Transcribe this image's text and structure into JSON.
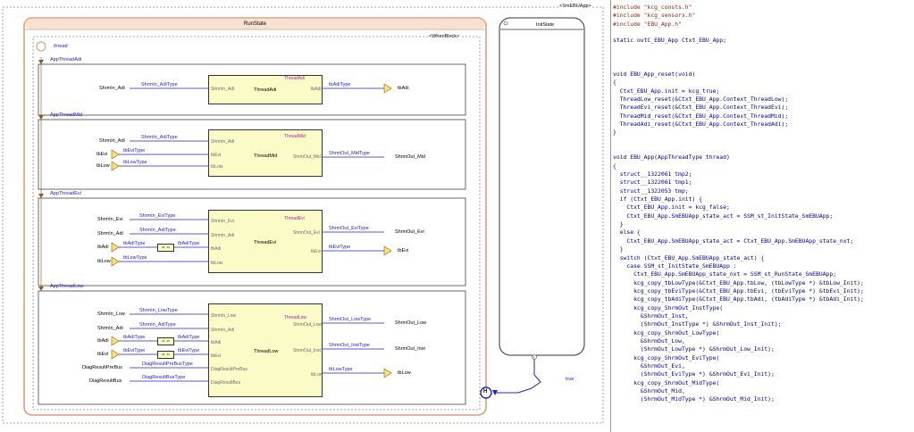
{
  "app": {
    "tag": "<SmEBUApp>"
  },
  "run_state": {
    "title": "RunState",
    "when_block": "<WhenBlock>",
    "thread_var": "thread"
  },
  "init_state": {
    "title": "InitState",
    "transition_label": "true",
    "history": "H",
    "transition_order": "1"
  },
  "sections": {
    "adi": {
      "label": "AppThreadAdi",
      "block_name": "ThreadAdi",
      "block_title": "ThreadAdi",
      "input_var": "ShrmIn_Adi",
      "input_sig": "ShrmIn_AdiType",
      "port_in": "ShrmIn_Adi",
      "port_out": "tbAdi",
      "out_sig": "tbAdiType",
      "out_var": "tbAdi"
    },
    "mid": {
      "label": "AppThreadMid",
      "block_name": "ThreadMid",
      "block_title": "ThreadMid",
      "in1_var": "ShrmIn_Adi",
      "in1_sig": "ShrmIn_AdiType",
      "in1_port": "ShrmIn_Adi",
      "in2_var": "tbEvi",
      "in2_sig": "tbEviType",
      "in2_port": "tbEvi",
      "in3_var": "tbLow",
      "in3_sig": "tbLowType",
      "in3_port": "tbLow",
      "port_out": "ShrmOut_Mid",
      "out_sig": "ShrmOut_MidType",
      "out_var": "ShrmOut_Mid"
    },
    "evi": {
      "label": "AppThreadEvi",
      "block_name": "ThreadEvi",
      "block_title": "ThreadEvi",
      "in1_var": "ShrmIn_Evi",
      "in1_sig": "ShrmIn_EviType",
      "in1_port": "ShrmIn_Evi",
      "in2_var": "ShrmIn_Adi",
      "in2_sig": "ShrmIn_AdiType",
      "in2_port": "ShrmIn_Adi",
      "in3_var": "tbAdi",
      "in3_sig": "tbAdiType",
      "in3_sig2": "tbAdiType",
      "in3_port": "tbAdi",
      "in4_var": "tbLow",
      "in4_sig": "tbLowType",
      "in4_port": "tbLow",
      "out1_port": "ShrmOut_Evi",
      "out1_sig": "ShrmOut_EviType",
      "out1_var": "ShrmOut_Evi",
      "out2_port": "tbEvi",
      "out2_sig": "tbEviType",
      "out2_var": "tbEvi"
    },
    "low": {
      "label": "AppThreadLow",
      "block_name": "ThreadLow",
      "block_title": "ThreadLow",
      "in1_var": "ShrmIn_Low",
      "in1_sig": "ShrmIn_LowType",
      "in1_port": "ShrmIn_Low",
      "in2_var": "ShrmIn_Adi",
      "in2_sig": "ShrmIn_AdiType",
      "in2_port": "ShrmIn_Adi",
      "in3_var": "tbAdi",
      "in3_sig": "tbAdiType",
      "in3_sig2": "tbAdiType",
      "in3_port": "tbAdi",
      "in4_var": "tbEvi",
      "in4_sig": "tbEviType",
      "in4_sig2": "tbEviType",
      "in4_port": "tbEvi",
      "in5_var": "DiagResultPreBus",
      "in5_sig": "DiagResultPreBusType",
      "in5_port": "DiagResultPreBus",
      "in6_var": "DiagResultBus",
      "in6_sig": "DiagResultBusType",
      "in6_port": "DiagResultBus",
      "out1_port": "ShrmOut_Low",
      "out1_sig": "ShrmOut_LowType",
      "out1_var": "ShrmOut_Low",
      "out2_port": "ShrmOut_Inst",
      "out2_sig": "ShrmOut_InstType",
      "out2_var": "ShrmOut_Inst",
      "out3_port": "tbLow",
      "out3_sig": "tbLowType",
      "out3_var": "tbLow"
    }
  },
  "mini_block": "M→M",
  "code_lines": [
    "#include \"kcg_consts.h\"",
    "#include \"kcg_sensors.h\"",
    "#include \"EBU_App.h\"",
    "",
    "static outC_EBU_App Ctxt_EBU_App;",
    "",
    "",
    "",
    "void EBU_App_reset(void)",
    "{",
    "  Ctxt_EBU_App.init = kcg_true;",
    "  ThreadLow_reset(&Ctxt_EBU_App.Context_ThreadLow);",
    "  ThreadEvi_reset(&Ctxt_EBU_App.Context_ThreadEvi);",
    "  ThreadMid_reset(&Ctxt_EBU_App.Context_ThreadMid);",
    "  ThreadAdi_reset(&Ctxt_EBU_App.Context_ThreadAdi);",
    "}",
    "",
    "",
    "void EBU_App(AppThreadType thread)",
    "{",
    "  struct__1322061 tmp2;",
    "  struct__1322061 tmp1;",
    "  struct__1322053 tmp;",
    "  if (Ctxt_EBU_App.init) {",
    "    Ctxt_EBU_App.init = kcg_false;",
    "    Ctxt_EBU_App.SmEBUApp_state_act = SSM_st_InitState_SmEBUApp;",
    "  }",
    "  else {",
    "    Ctxt_EBU_App.SmEBUApp_state_act = Ctxt_EBU_App.SmEBUApp_state_nxt;",
    "  }",
    "  switch (Ctxt_EBU_App.SmEBUApp_state_act) {",
    "    case SSM_st_InitState_SmEBUApp :",
    "      Ctxt_EBU_App.SmEBUApp_state_nxt = SSM_st_RunState_SmEBUApp;",
    "      kcg_copy_tbLowType(&Ctxt_EBU_App.tbLow, (tbLowType *) &tbLow_Init);",
    "      kcg_copy_tbEviType(&Ctxt_EBU_App.tbEvi, (tbEviType *) &tbEvi_Init);",
    "      kcg_copy_tbAdiType(&Ctxt_EBU_App.tbAdi, (tbAdiType *) &tbAdi_Init);",
    "      kcg_copy_ShrmOut_InstType(",
    "        &ShrmOut_Inst,",
    "        (ShrmOut_InstType *) &ShrmOut_Inst_Init);",
    "      kcg_copy_ShrmOut_LowType(",
    "        &ShrmOut_Low,",
    "        (ShrmOut_LowType *) &ShrmOut_Low_Init);",
    "      kcg_copy_ShrmOut_EviType(",
    "        &ShrmOut_Evi,",
    "        (ShrmOut_EviType *) &ShrmOut_Evi_Init);",
    "      kcg_copy_ShrmOut_MidType(",
    "        &ShrmOut_Mid,",
    "        (ShrmOut_MidType *) &ShrmOut_Mid_Init);"
  ]
}
